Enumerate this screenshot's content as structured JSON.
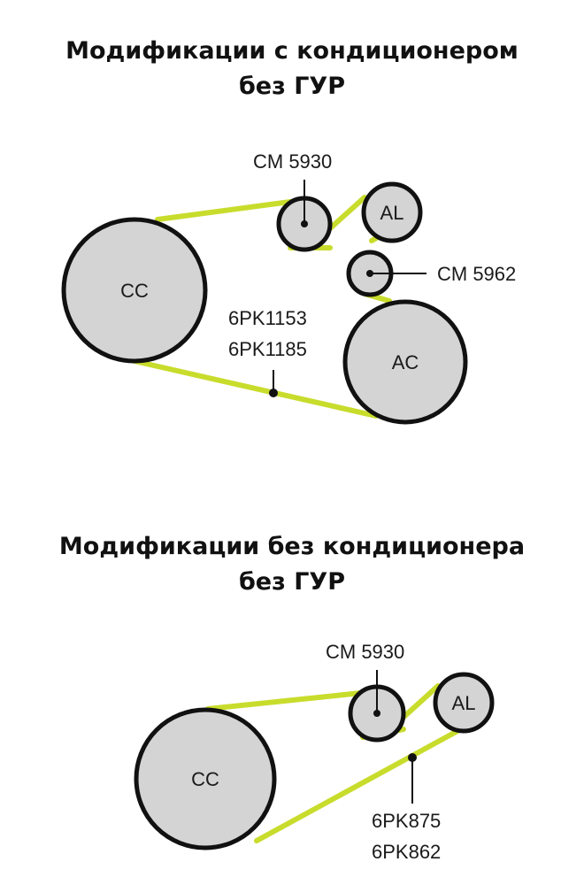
{
  "diagram1": {
    "title_line1": "Модификации с кондиционером",
    "title_line2": "без ГУР",
    "pulleys": {
      "cc": "CC",
      "al": "AL",
      "ac": "AC"
    },
    "tensioner_label": "CM 5930",
    "idler_label": "CM 5962",
    "belt_label_1": "6PK1153",
    "belt_label_2": "6PK1185"
  },
  "diagram2": {
    "title_line1": "Модификации без кондиционера",
    "title_line2": "без ГУР",
    "pulleys": {
      "cc": "CC",
      "al": "AL"
    },
    "tensioner_label": "CM 5930",
    "belt_label_1": "6PK875",
    "belt_label_2": "6PK862"
  },
  "colors": {
    "belt": "#c8dc2c",
    "pulley_fill": "#d4d4d4",
    "outline": "#111111"
  }
}
